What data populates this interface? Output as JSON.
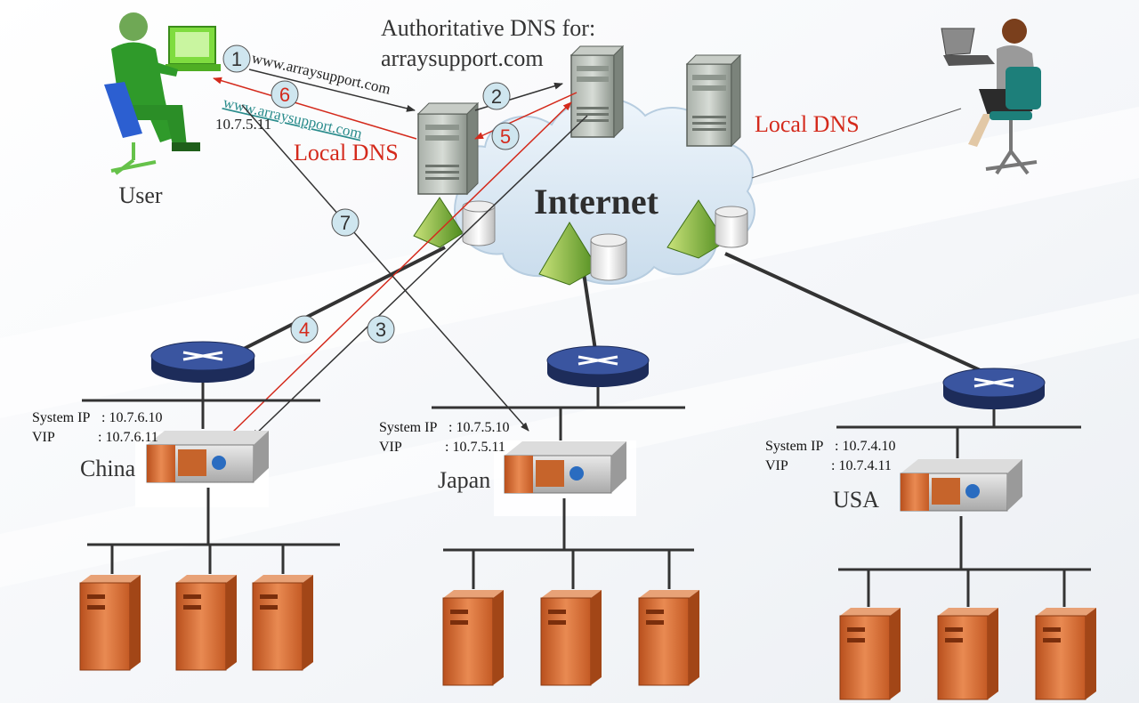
{
  "labels": {
    "auth_dns_line1": "Authoritative DNS for:",
    "auth_dns_line2": "arraysupport.com",
    "local_dns_left": "Local DNS",
    "local_dns_right": "Local DNS",
    "internet": "Internet",
    "user": "User",
    "url_request": "www.arraysupport.com",
    "url_response": "www.arraysupport.com",
    "resolved_ip": "10.7.5.11"
  },
  "steps": [
    "1",
    "2",
    "3",
    "4",
    "5",
    "6",
    "7"
  ],
  "sites": [
    {
      "name": "China",
      "system_ip_label": "System IP",
      "system_ip": ": 10.7.6.10",
      "vip_label": "VIP",
      "vip": ": 10.7.6.11"
    },
    {
      "name": "Japan",
      "system_ip_label": "System IP",
      "system_ip": ": 10.7.5.10",
      "vip_label": "VIP",
      "vip": ": 10.7.5.11"
    },
    {
      "name": "USA",
      "system_ip_label": "System IP",
      "system_ip": ": 10.7.4.10",
      "vip_label": "VIP",
      "vip": ": 10.7.4.11"
    }
  ],
  "colors": {
    "request_arrow": "#333333",
    "response_arrow": "#d42a1c",
    "step_circle_fill": "#cfe6ef",
    "router": "#2b3f78",
    "server_orange": "#d4652a",
    "cloud": "#dbe9f5"
  }
}
